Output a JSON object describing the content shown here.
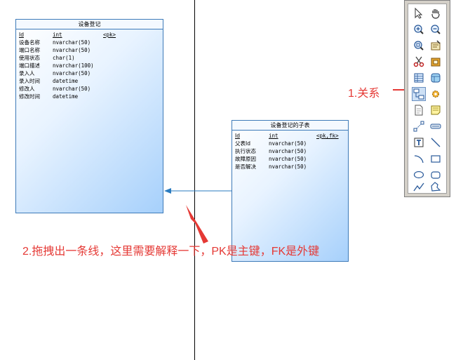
{
  "entities": {
    "device_registration": {
      "title": "设备登记",
      "columns": [
        {
          "name": "Id",
          "type": "int",
          "key": "<pk>"
        },
        {
          "name": "设备名称",
          "type": "nvarchar(50)",
          "key": ""
        },
        {
          "name": "端口名称",
          "type": "nvarchar(50)",
          "key": ""
        },
        {
          "name": "使用状态",
          "type": "char(1)",
          "key": ""
        },
        {
          "name": "端口描述",
          "type": "nvarchar(100)",
          "key": ""
        },
        {
          "name": "录入人",
          "type": "nvarchar(50)",
          "key": ""
        },
        {
          "name": "录入时间",
          "type": "datetime",
          "key": ""
        },
        {
          "name": "修改人",
          "type": "nvarchar(50)",
          "key": ""
        },
        {
          "name": "修改时间",
          "type": "datetime",
          "key": ""
        }
      ]
    },
    "device_registration_child": {
      "title": "设备登记的子表",
      "columns": [
        {
          "name": "Id",
          "type": "int",
          "key": "<pk,fk>"
        },
        {
          "name": "父表Id",
          "type": "nvarchar(50)",
          "key": ""
        },
        {
          "name": "执行状态",
          "type": "nvarchar(50)",
          "key": ""
        },
        {
          "name": "故障原因",
          "type": "nvarchar(50)",
          "key": ""
        },
        {
          "name": "是否解决",
          "type": "nvarchar(50)",
          "key": ""
        }
      ]
    }
  },
  "annotations": {
    "step1": "1.关系",
    "step2": "2.拖拽出一条线，这里需要解释一下，PK是主键，FK是外键"
  },
  "palette": {
    "tools": [
      "pointer-icon",
      "hand-icon",
      "zoom-in-icon",
      "zoom-out-icon",
      "zoom-fit-icon",
      "properties-icon",
      "cut-icon",
      "package-icon",
      "table-icon",
      "view-icon",
      "reference-icon",
      "procedure-icon",
      "file-icon",
      "note-icon",
      "link-icon",
      "text-box-icon",
      "text-icon",
      "line-icon",
      "arc-icon",
      "rectangle-icon",
      "ellipse-icon",
      "rounded-rect-icon",
      "polyline-icon",
      "polygon-icon"
    ],
    "active_tool": "reference-icon"
  },
  "colors": {
    "entity_border": "#3d7ab8",
    "annotation": "#e53935",
    "relationship_line": "#2a7bbf"
  }
}
